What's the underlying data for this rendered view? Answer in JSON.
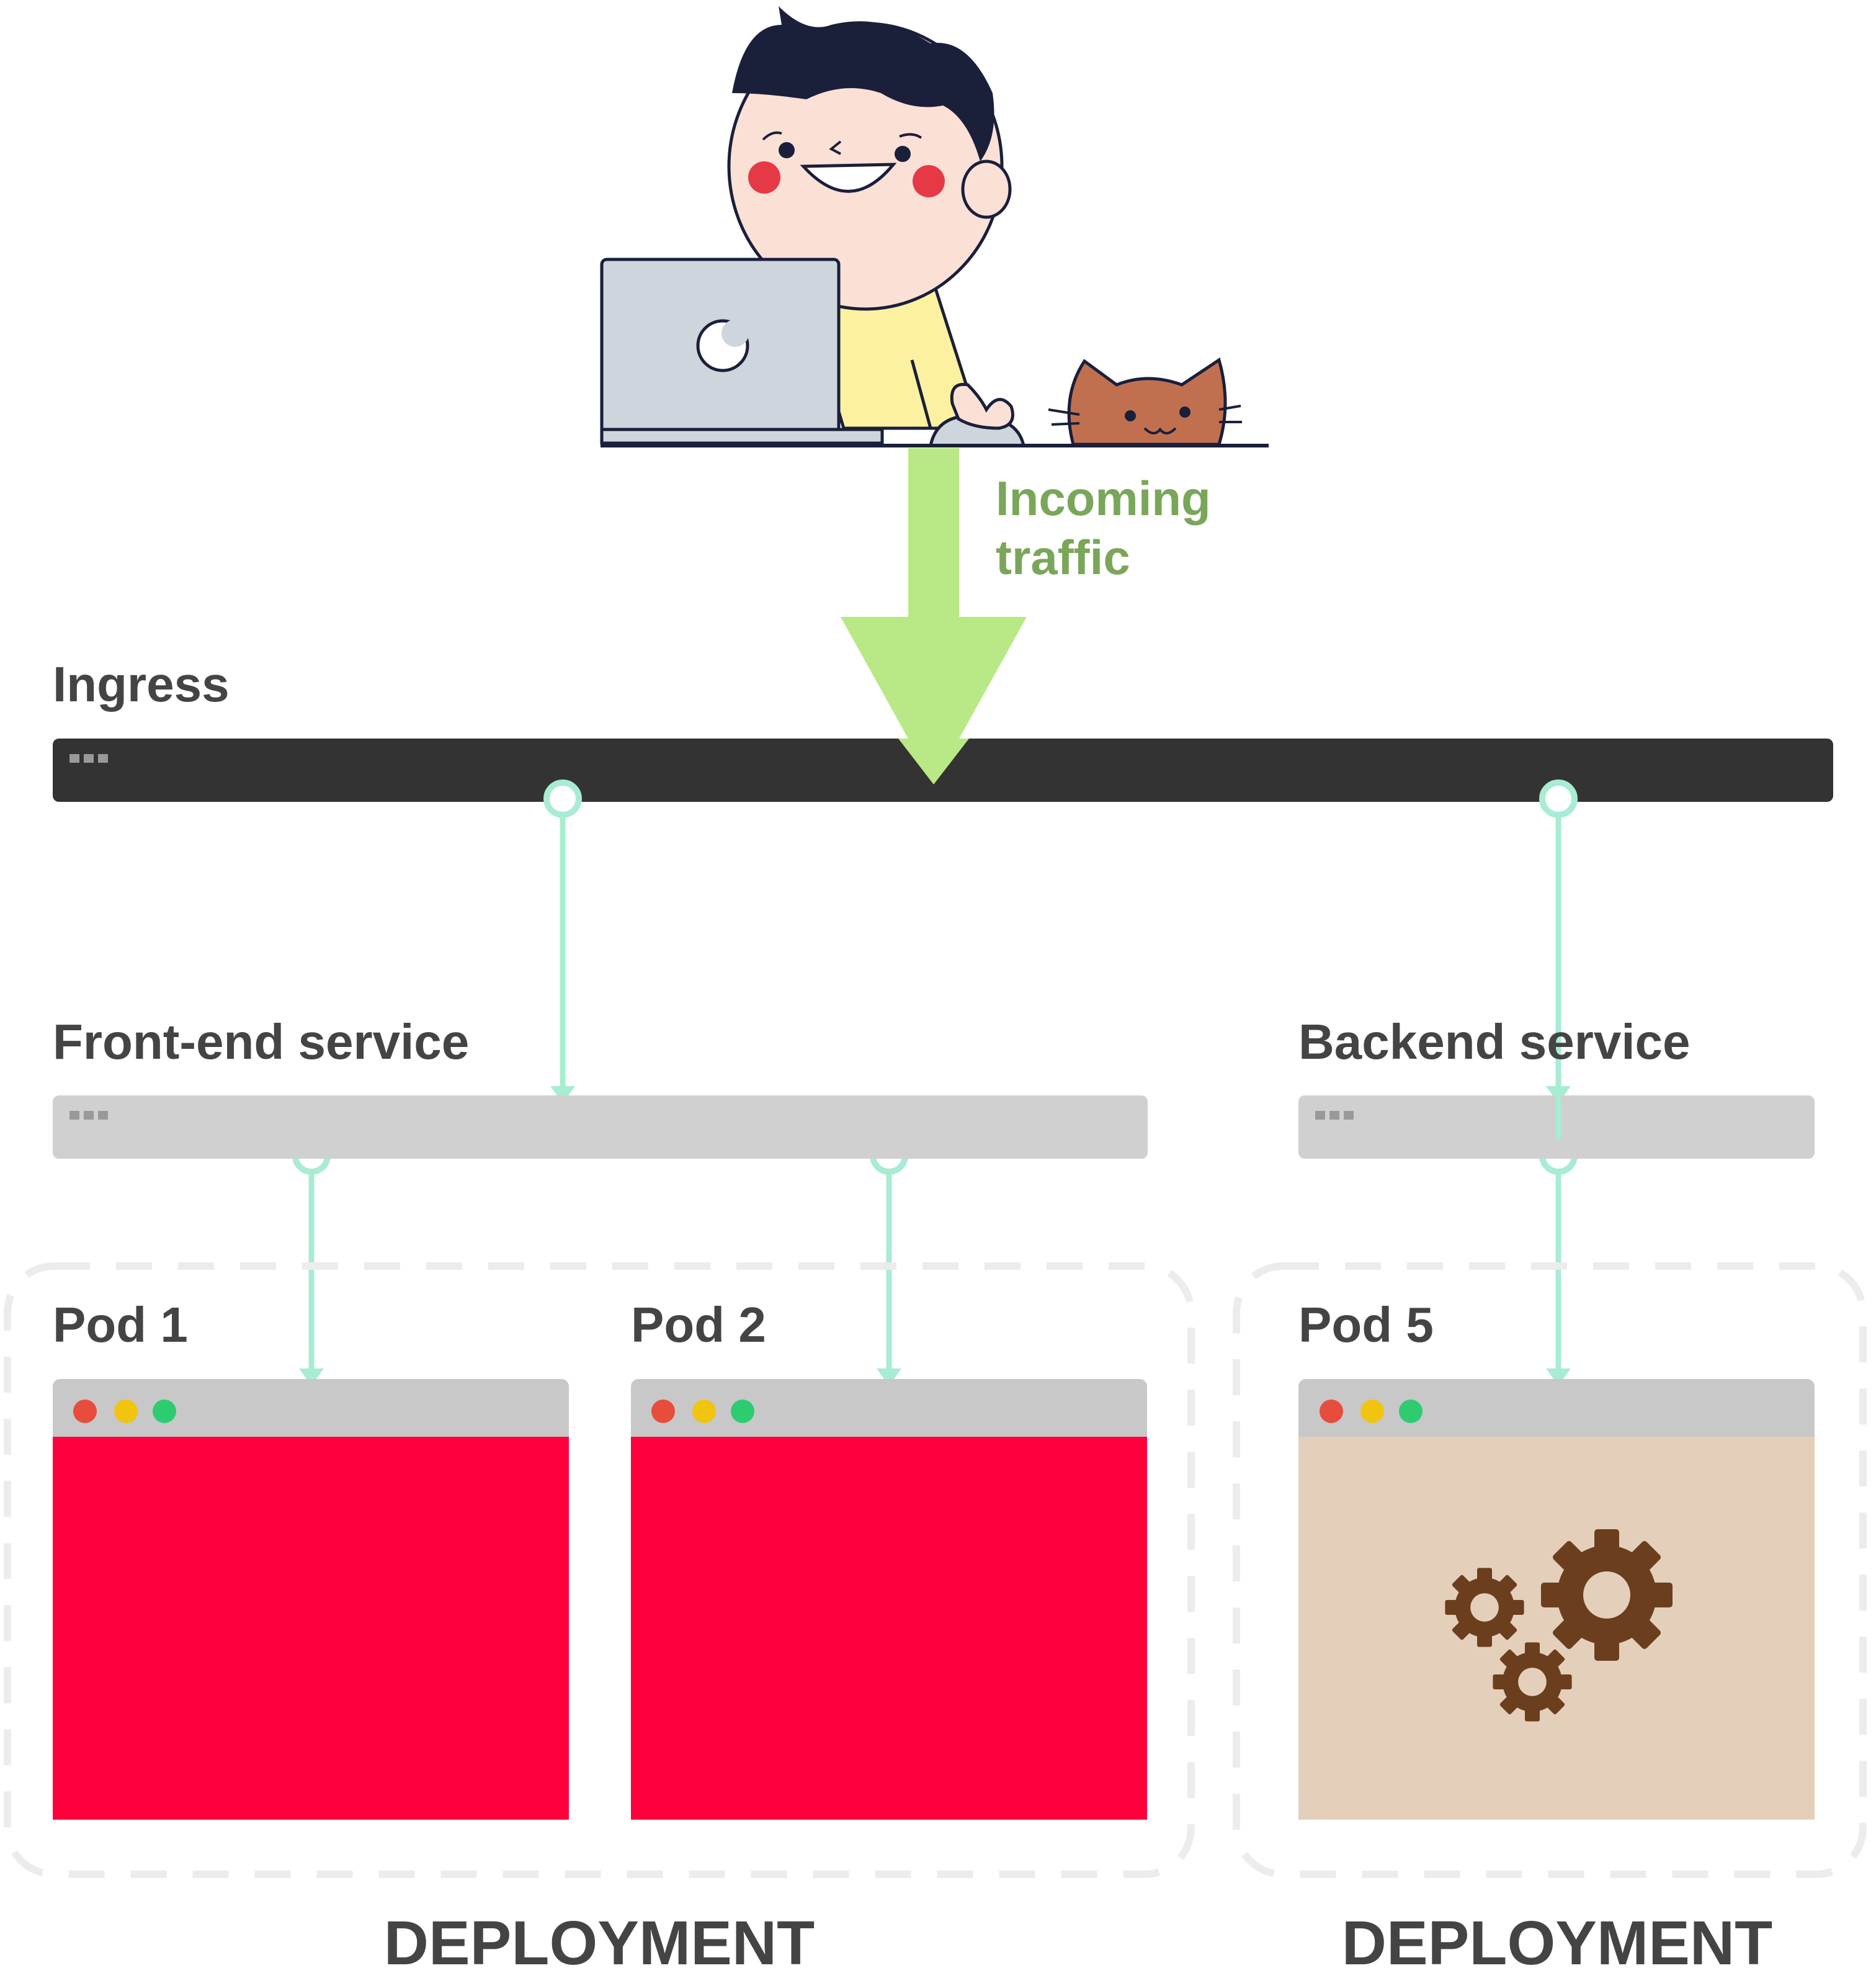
{
  "traffic": {
    "line1": "Incoming",
    "line2": "traffic"
  },
  "ingress": {
    "label": "Ingress"
  },
  "frontend_service": {
    "label": "Front-end service"
  },
  "backend_service": {
    "label": "Backend service"
  },
  "pods": [
    {
      "label": "Pod 1"
    },
    {
      "label": "Pod 2"
    },
    {
      "label": "Pod 5"
    }
  ],
  "deployments": [
    {
      "label": "DEPLOYMENT"
    },
    {
      "label": "DEPLOYMENT"
    }
  ],
  "colors": {
    "ingress_bar": "#333333",
    "service_bar": "#d0d0d0",
    "connector": "#a8ecd2",
    "traffic_arrow": "#b9e986",
    "frontend_pod": "#ff003c",
    "backend_pod": "#e4cfba",
    "gear": "#6b3e1e",
    "window_titlebar": "#c8c8c8",
    "dot_red": "#e74c3c",
    "dot_yellow": "#f1c40f",
    "dot_green": "#2ecc71"
  },
  "icons": [
    "person-with-laptop-icon",
    "cat-icon",
    "gears-icon"
  ]
}
